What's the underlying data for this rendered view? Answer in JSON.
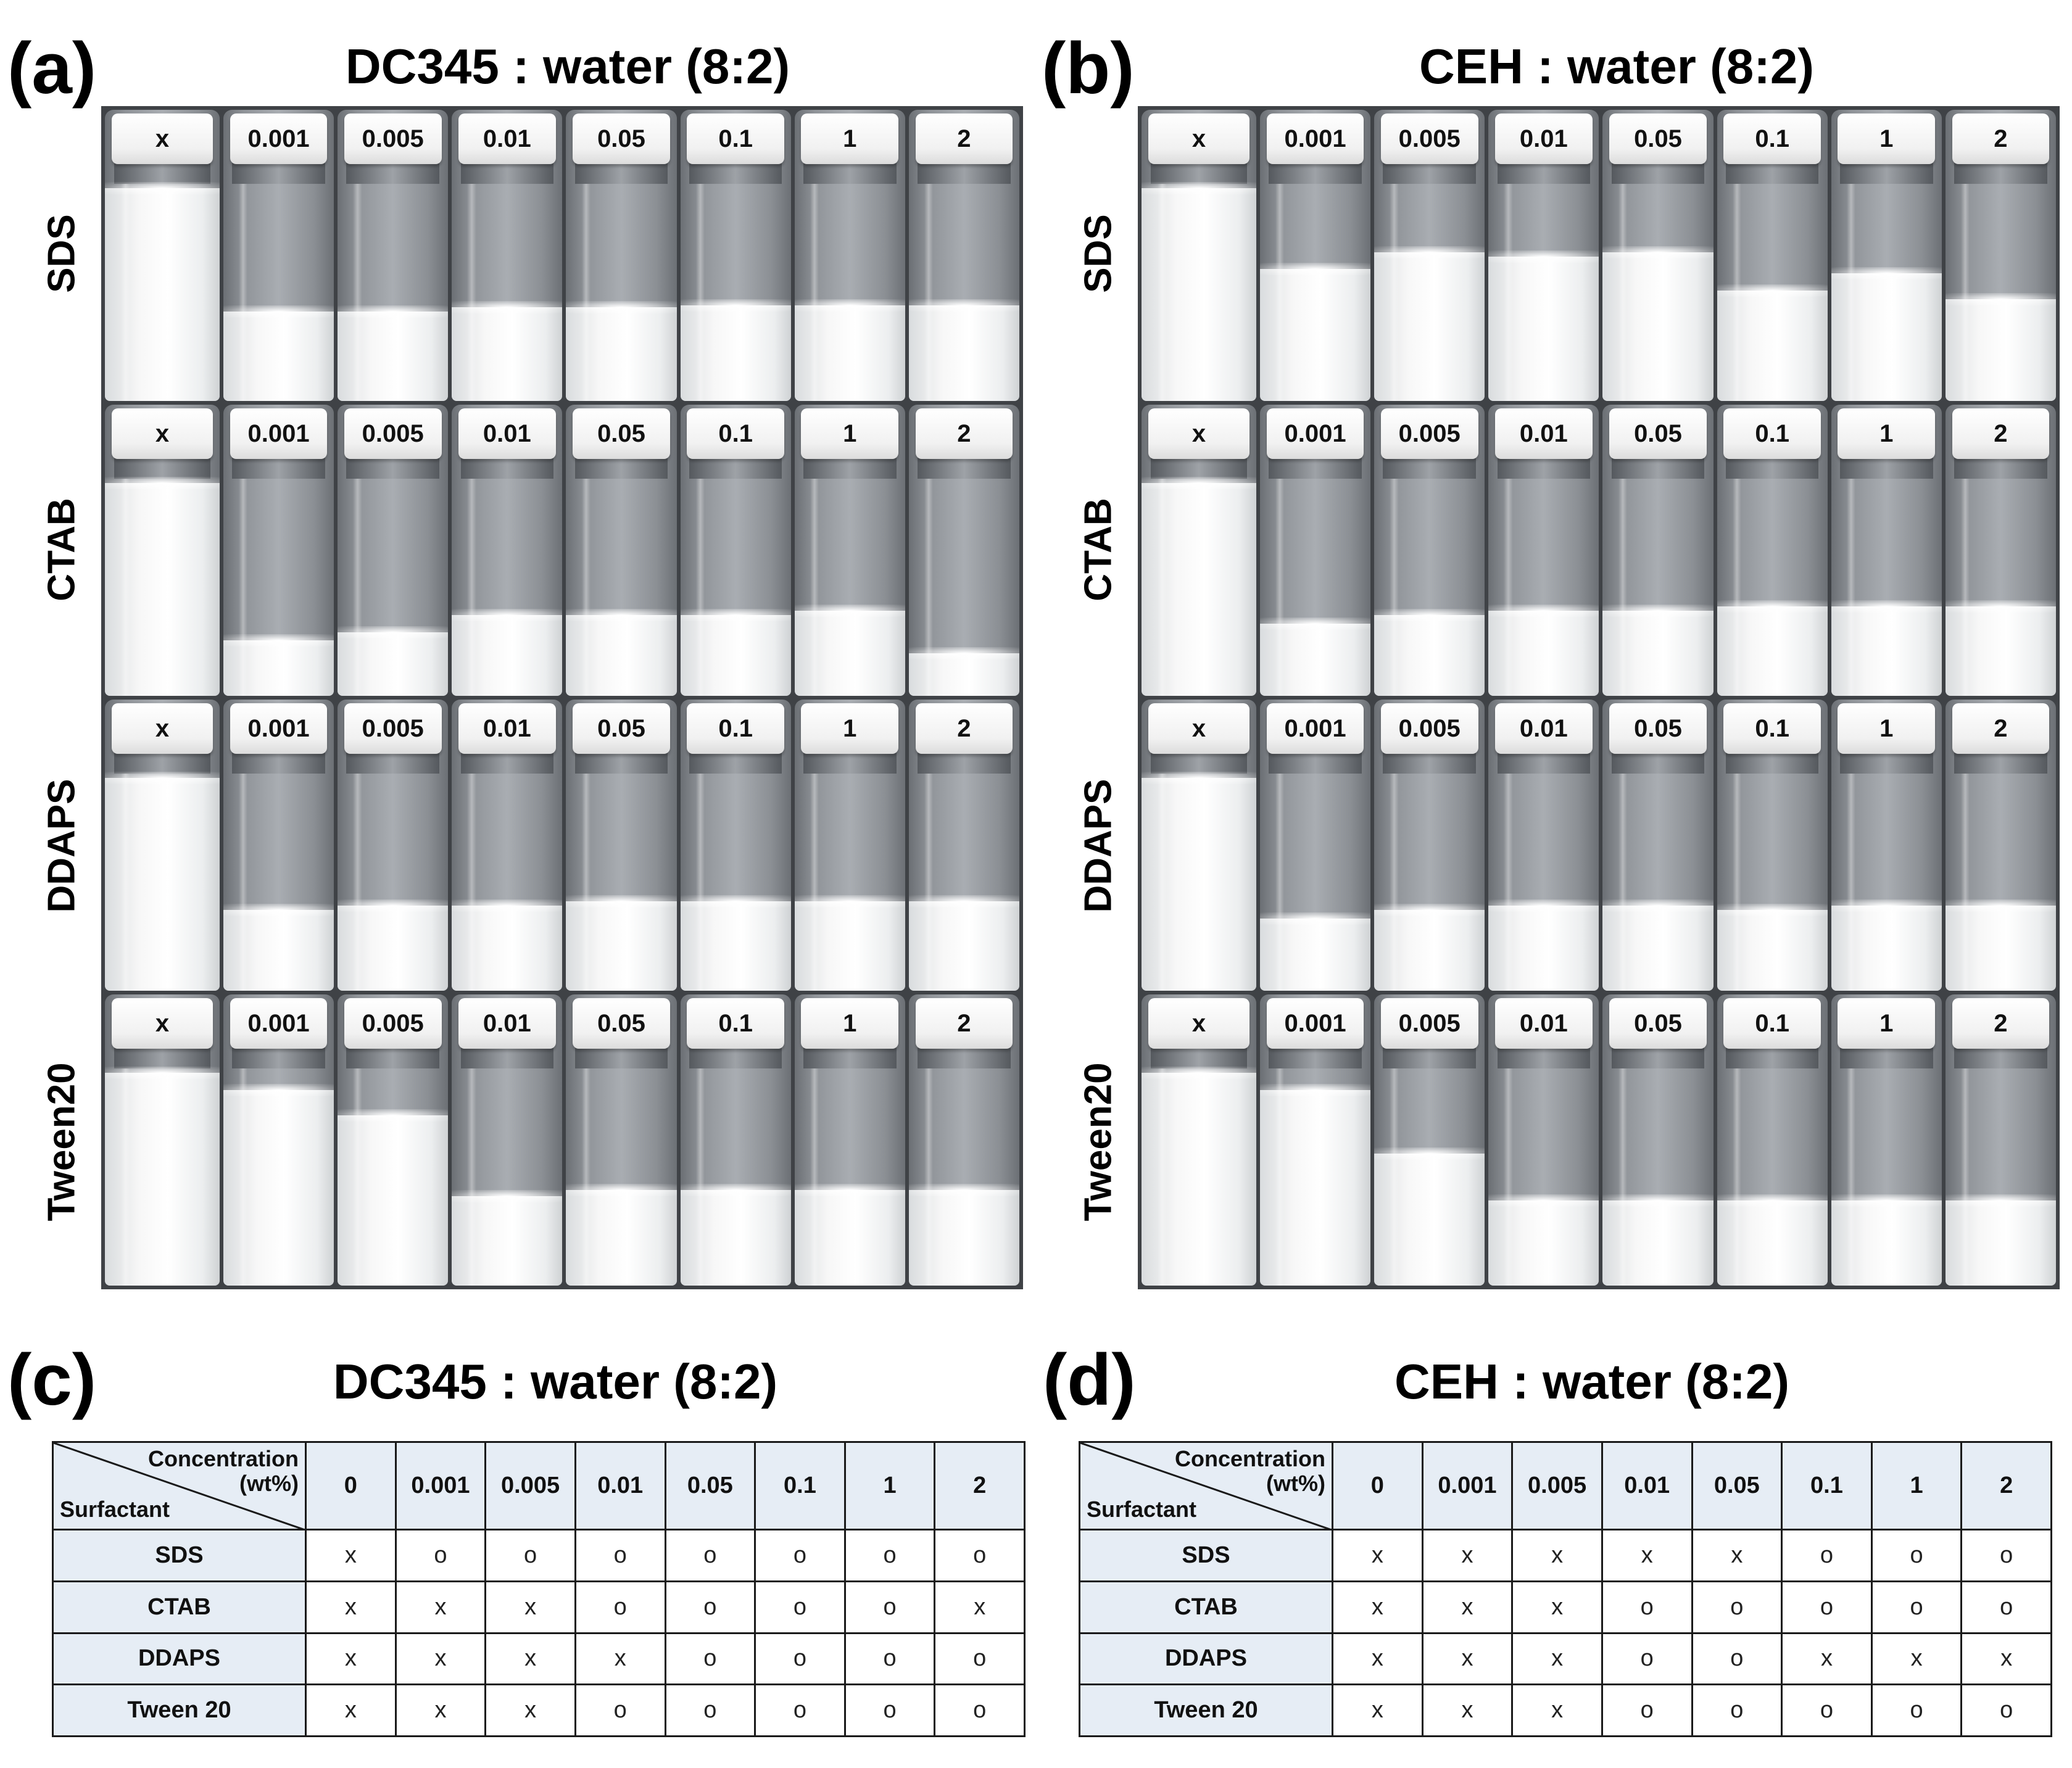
{
  "panels": {
    "a": {
      "letter": "(a)",
      "title": "DC345 : water (8:2)"
    },
    "b": {
      "letter": "(b)",
      "title": "CEH : water (8:2)"
    },
    "c": {
      "letter": "(c)",
      "title": "DC345 : water (8:2)"
    },
    "d": {
      "letter": "(d)",
      "title": "CEH : water (8:2)"
    }
  },
  "photo": {
    "surfactants": [
      "SDS",
      "CTAB",
      "DDAPS",
      "Tween20"
    ],
    "cap_labels": [
      "x",
      "0.001",
      "0.005",
      "0.01",
      "0.05",
      "0.1",
      "1",
      "2"
    ],
    "foam_fraction": {
      "a": [
        [
          1.0,
          0.42,
          0.42,
          0.44,
          0.44,
          0.45,
          0.45,
          0.45
        ],
        [
          1.0,
          0.26,
          0.3,
          0.38,
          0.38,
          0.38,
          0.4,
          0.2
        ],
        [
          1.0,
          0.38,
          0.4,
          0.4,
          0.42,
          0.42,
          0.42,
          0.42
        ],
        [
          1.0,
          0.92,
          0.8,
          0.42,
          0.45,
          0.45,
          0.45,
          0.45
        ]
      ],
      "b": [
        [
          1.0,
          0.62,
          0.7,
          0.68,
          0.7,
          0.52,
          0.6,
          0.48
        ],
        [
          1.0,
          0.34,
          0.38,
          0.4,
          0.4,
          0.42,
          0.42,
          0.42
        ],
        [
          1.0,
          0.34,
          0.38,
          0.4,
          0.4,
          0.38,
          0.4,
          0.4
        ],
        [
          1.0,
          0.92,
          0.62,
          0.4,
          0.4,
          0.4,
          0.4,
          0.4
        ]
      ]
    }
  },
  "tables": {
    "corner_top_line1": "Concentration",
    "corner_top_line2": "(wt%)",
    "corner_bottom": "Surfactant",
    "columns": [
      "0",
      "0.001",
      "0.005",
      "0.01",
      "0.05",
      "0.1",
      "1",
      "2"
    ],
    "c": {
      "rows": [
        {
          "name": "SDS",
          "cells": [
            "x",
            "o",
            "o",
            "o",
            "o",
            "o",
            "o",
            "o"
          ]
        },
        {
          "name": "CTAB",
          "cells": [
            "x",
            "x",
            "x",
            "o",
            "o",
            "o",
            "o",
            "x"
          ]
        },
        {
          "name": "DDAPS",
          "cells": [
            "x",
            "x",
            "x",
            "x",
            "o",
            "o",
            "o",
            "o"
          ]
        },
        {
          "name": "Tween 20",
          "cells": [
            "x",
            "x",
            "x",
            "o",
            "o",
            "o",
            "o",
            "o"
          ]
        }
      ]
    },
    "d": {
      "rows": [
        {
          "name": "SDS",
          "cells": [
            "x",
            "x",
            "x",
            "x",
            "x",
            "o",
            "o",
            "o"
          ]
        },
        {
          "name": "CTAB",
          "cells": [
            "x",
            "x",
            "x",
            "o",
            "o",
            "o",
            "o",
            "o"
          ]
        },
        {
          "name": "DDAPS",
          "cells": [
            "x",
            "x",
            "x",
            "o",
            "o",
            "x",
            "x",
            "x"
          ]
        },
        {
          "name": "Tween 20",
          "cells": [
            "x",
            "x",
            "x",
            "o",
            "o",
            "o",
            "o",
            "o"
          ]
        }
      ]
    }
  },
  "colors": {
    "photo_background": "#3f4246",
    "table_header": "#e6edf5",
    "border": "#1a1a1a"
  }
}
